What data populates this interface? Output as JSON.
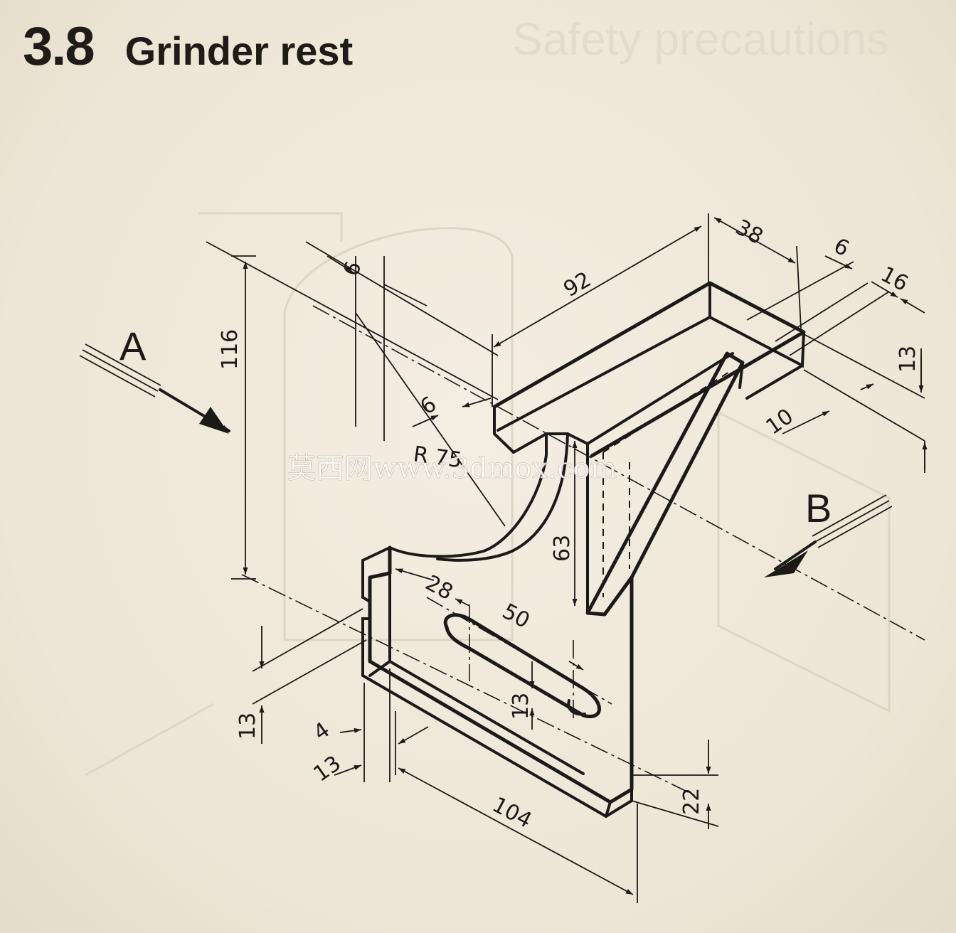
{
  "heading": {
    "number": "3.8",
    "title": "Grinder rest"
  },
  "views": {
    "a": "A",
    "b": "B"
  },
  "dimensions": {
    "d116": "116",
    "d6_top": "6",
    "d6_mid": "6",
    "d92": "92",
    "d38": "38",
    "d6_right": "6",
    "d16": "16",
    "d13_right": "13",
    "d10": "10",
    "r75": "R 75",
    "d63": "63",
    "d28": "28",
    "d50": "50",
    "d13_slot": "13",
    "d13_left": "13",
    "d4": "4",
    "d13_bottom": "13",
    "d104": "104",
    "d22": "22"
  },
  "watermark": "莫西网www.3dmox.com",
  "colors": {
    "ink": "#1c1a17",
    "paper": "#efeadd"
  }
}
